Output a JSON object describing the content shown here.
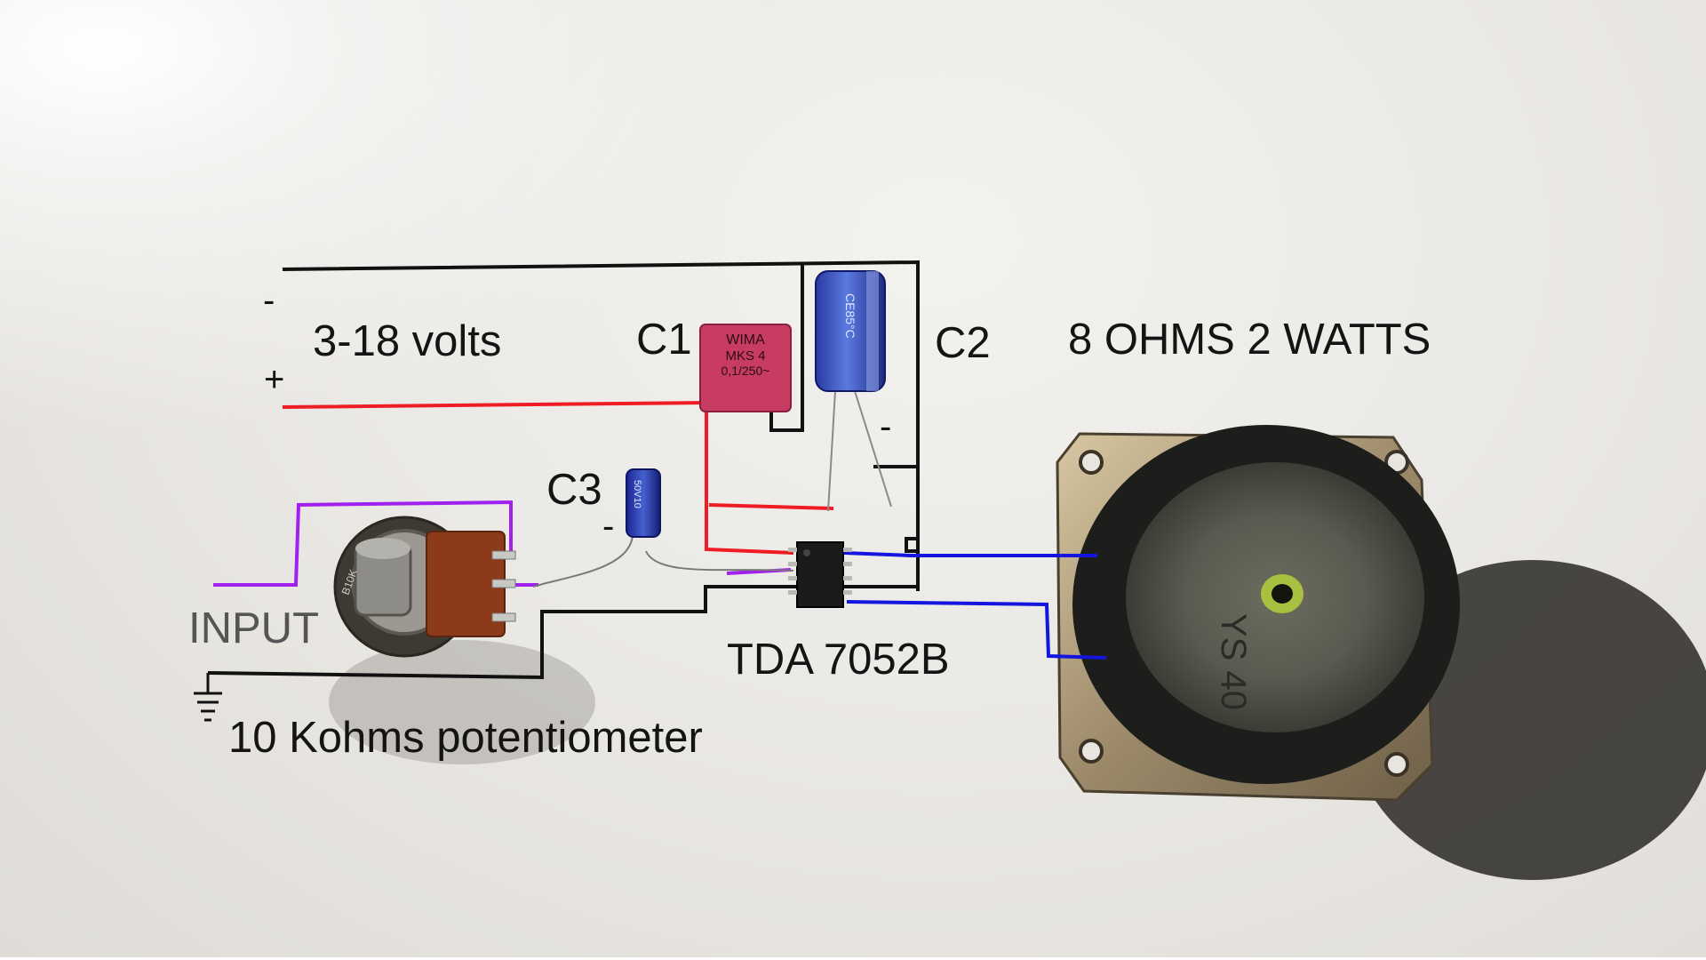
{
  "labels": {
    "minus_terminal": "-",
    "voltage": "3-18 volts",
    "plus_terminal": "+",
    "c1": "C1",
    "c2": "C2",
    "c2_minus": "-",
    "c3": "C3",
    "c3_minus": "-",
    "speaker": "8 OHMS 2 WATTS",
    "input": "INPUT",
    "chip": "TDA 7052B",
    "potentiometer": "10 Kohms potentiometer"
  },
  "component_markings": {
    "c1_line1": "WIMA",
    "c1_line2": "MKS 4",
    "c1_line3": "0,1/250~",
    "c2_marking": "CE85°C",
    "c3_marking": "50V10",
    "speaker_marking": "YS 40",
    "pot_marking": "B10K"
  },
  "colors": {
    "ground_wire": "#111111",
    "positive_wire": "#ee1c24",
    "input_wire": "#a020f0",
    "speaker_wire": "#1515e0",
    "input_label": "#555555"
  }
}
